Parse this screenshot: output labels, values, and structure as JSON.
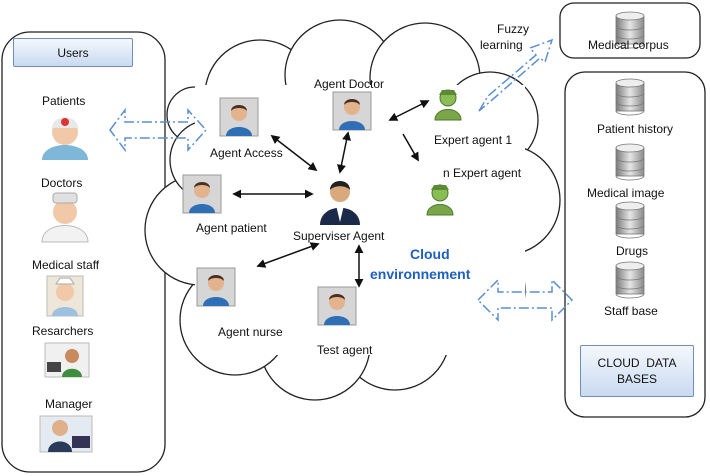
{
  "users_panel": {
    "title": "Users",
    "roles": [
      "Patients",
      "Doctors",
      "Medical staff",
      "Resarchers",
      "Manager"
    ]
  },
  "cloud": {
    "label_line1": "Cloud",
    "label_line2": "environnement",
    "agents": {
      "doctor": "Agent Doctor",
      "access": "Agent Access",
      "patient": "Agent patient",
      "supervisor": "Superviser Agent",
      "nurse": "Agent nurse",
      "test": "Test agent",
      "expert1": "Expert agent 1",
      "expertn": "n Expert agent"
    }
  },
  "fuzzy": {
    "line1": "Fuzzy",
    "line2": "learning"
  },
  "medical_corpus": {
    "label": "Medical corpus"
  },
  "data_panel": {
    "databases": [
      "Patient history",
      "Medical image",
      "Drugs",
      "Staff base"
    ],
    "box_line1": "CLOUD  DATA",
    "box_line2": "BASES"
  },
  "colors": {
    "arrow_blue": "#5b8fd0",
    "cloud_text": "#1f5fc0",
    "expert_green": "#7aa64a"
  }
}
